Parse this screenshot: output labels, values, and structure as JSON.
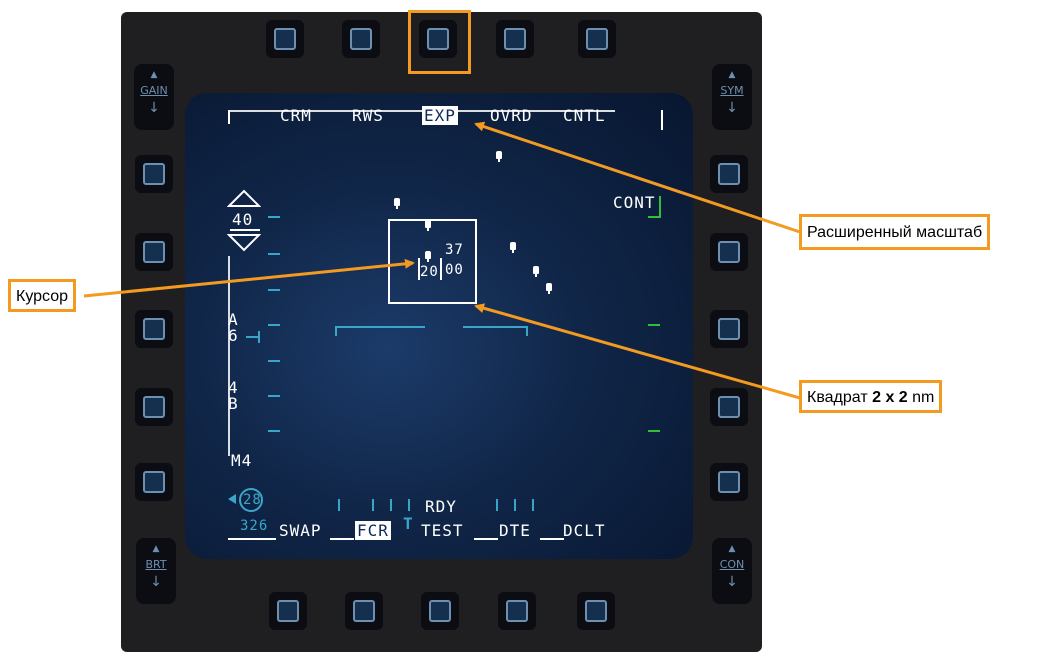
{
  "radar_mfd": {
    "top_options": [
      "CRM",
      "RWS",
      "EXP",
      "OVRD",
      "CNTL"
    ],
    "selected_top": "EXP",
    "bottom_options": [
      "SWAP",
      "FCR",
      "TEST",
      "DTE",
      "DCLT"
    ],
    "selected_bottom": "FCR",
    "range_value": "40",
    "azimuth_label": "A",
    "azimuth_value": "6",
    "bar_value": "4",
    "bar_label": "B",
    "master_mode": "M4",
    "cont_label": "CONT",
    "status_label": "RDY",
    "cursor_altitude_high": "37",
    "cursor_altitude_low": "20",
    "cursor_altitude_suffix": "00",
    "heading_circle": "28",
    "heading_value": "326",
    "tms_marker": "T",
    "rockers": {
      "gain": "GAIN",
      "sym": "SYM",
      "brt": "BRT",
      "con": "CON"
    }
  },
  "callouts": {
    "expanded_scale": "Расширенный масштаб",
    "cursor": "Курсор",
    "square_prefix": "Квадрат ",
    "square_bold": "2 x 2",
    "square_suffix": " nm"
  },
  "colors": {
    "callout_orange": "#f39a21",
    "mfd_cyan": "#39a6c9",
    "mfd_green": "#2fbf3b",
    "mfd_white": "#ffffff"
  }
}
